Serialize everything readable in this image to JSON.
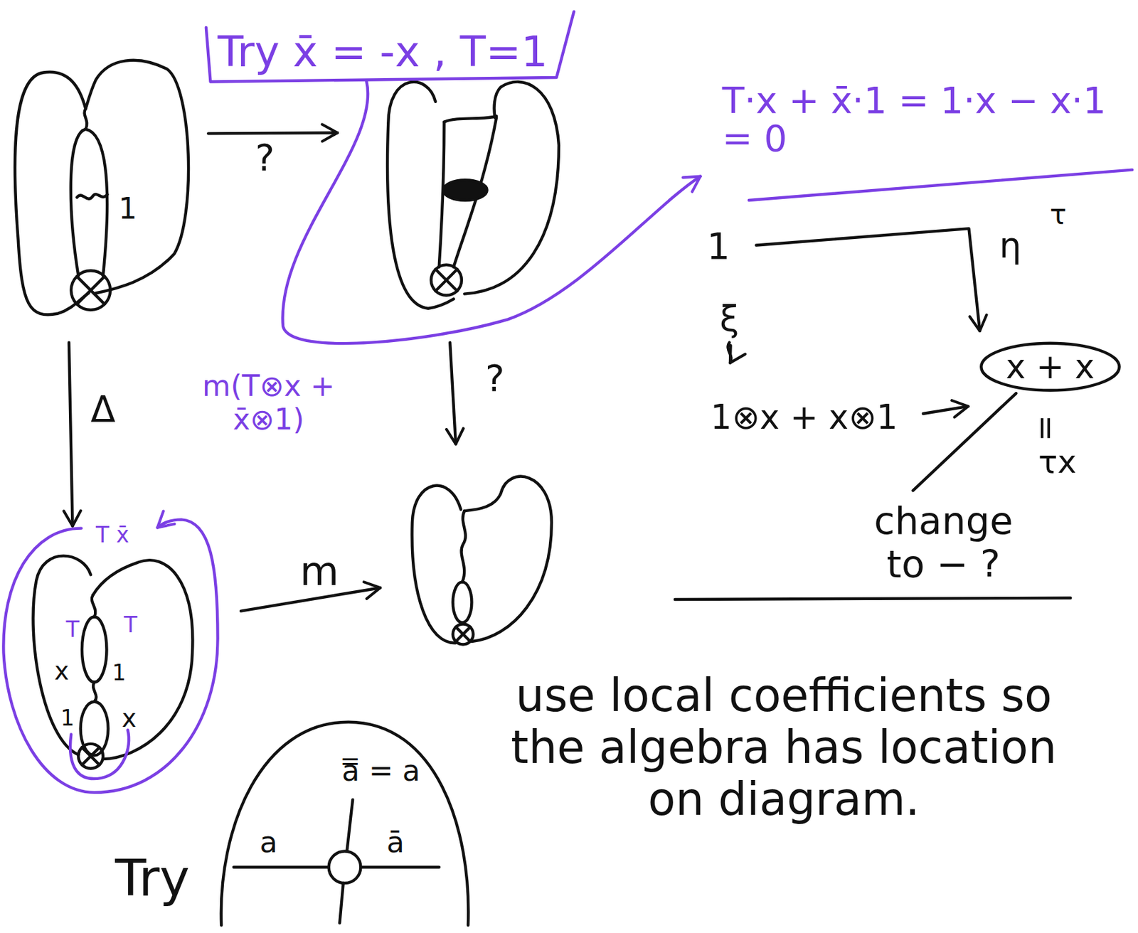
{
  "diagram": {
    "nodes": [
      {
        "text": [
          "Try x̄ = -x , T=1"
        ]
      },
      {
        "text": [
          "x + x"
        ]
      },
      {
        "text": [
          "a̿ = a",
          "a",
          "ā"
        ]
      }
    ],
    "labels": [
      "?",
      "1",
      "Δ",
      "m(T⊗x + x̄⊗1)",
      "?",
      "T x̄",
      "T",
      "T",
      "x",
      "1",
      "1",
      "x",
      "m",
      "T·x + x̄·1 = 1·x − x·1 = 0",
      "1",
      "η",
      "τ",
      "ξ",
      "1⊗x + x⊗1",
      "=",
      "τx",
      "change to − ?",
      "use local coefficients so the algebra has location on diagram.",
      "Try"
    ]
  }
}
